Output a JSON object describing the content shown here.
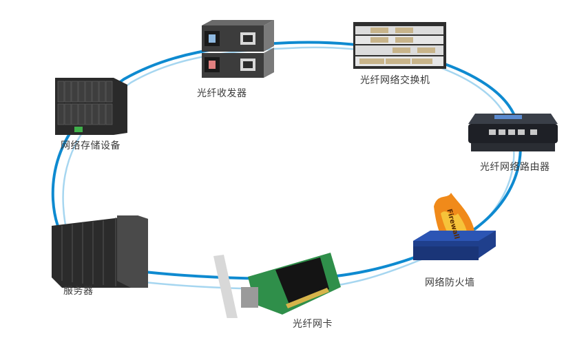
{
  "diagram": {
    "type": "network-ring-topology",
    "colors": {
      "cable_primary": "#0e8ad0",
      "cable_secondary": "#a6d6f0",
      "label": "#3a3a3a",
      "background": "#ffffff"
    },
    "nodes": [
      {
        "id": "transceiver",
        "label": "光纤收发器",
        "icon": "media-converter-icon"
      },
      {
        "id": "switch",
        "label": "光纤网络交换机",
        "icon": "network-switch-icon"
      },
      {
        "id": "router",
        "label": "光纤网络路由器",
        "icon": "router-icon"
      },
      {
        "id": "firewall",
        "label": "网络防火墙",
        "icon": "firewall-icon",
        "device_text": "Firewall"
      },
      {
        "id": "nic",
        "label": "光纤网卡",
        "icon": "network-card-icon"
      },
      {
        "id": "server",
        "label": "服务器",
        "icon": "server-rack-icon"
      },
      {
        "id": "storage",
        "label": "网络存储设备",
        "icon": "blade-storage-icon"
      }
    ],
    "edges": [
      [
        "transceiver",
        "switch"
      ],
      [
        "switch",
        "router"
      ],
      [
        "router",
        "firewall"
      ],
      [
        "firewall",
        "nic"
      ],
      [
        "nic",
        "server"
      ],
      [
        "server",
        "storage"
      ],
      [
        "storage",
        "transceiver"
      ]
    ]
  }
}
